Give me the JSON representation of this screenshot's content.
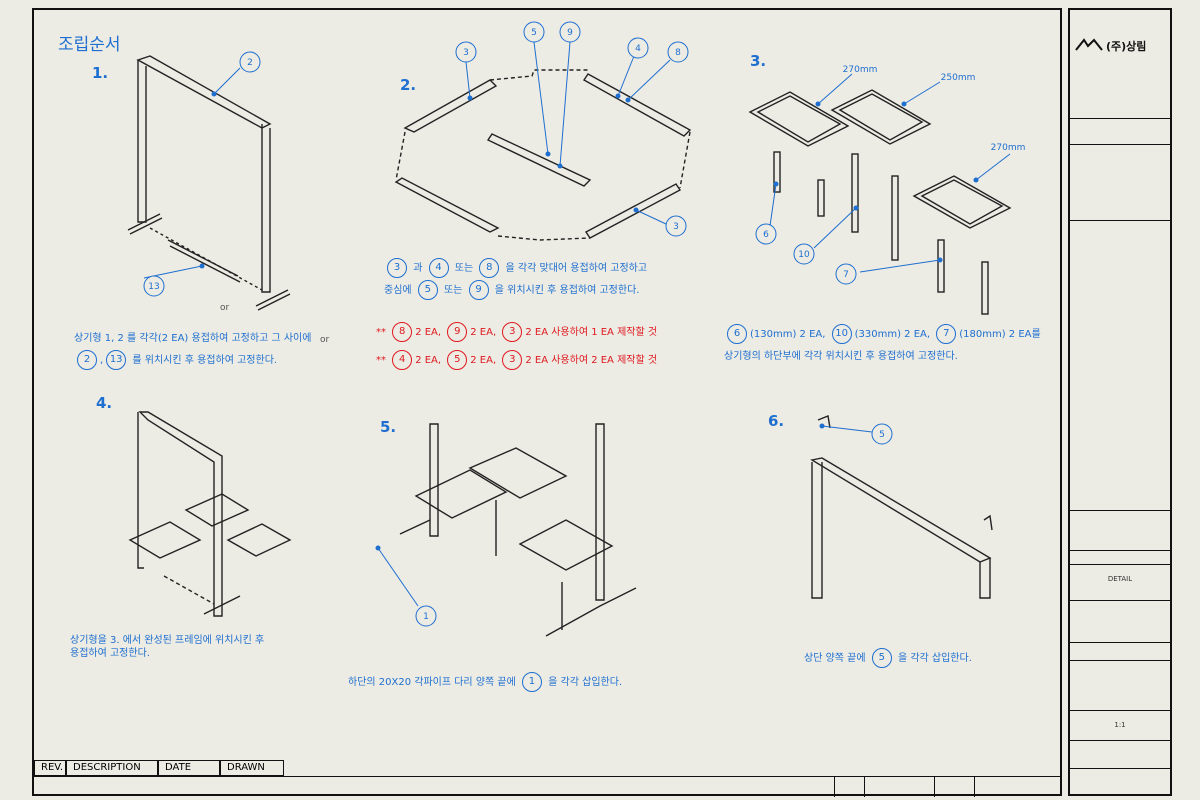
{
  "page_title": "조립순서",
  "steps": [
    "1.",
    "2.",
    "3.",
    "4.",
    "5.",
    "6."
  ],
  "labels": {
    "or_1": "or",
    "or_2": "or",
    "dim_270_a": "270mm",
    "dim_250": "250mm",
    "dim_270_b": "270mm"
  },
  "balloons": {
    "s1_b2": "2",
    "s1_b13": "13",
    "s2_b3a": "3",
    "s2_b5": "5",
    "s2_b9": "9",
    "s2_b4": "4",
    "s2_b8": "8",
    "s2_b3b": "3",
    "s3_b6": "6",
    "s3_b10": "10",
    "s3_b7": "7",
    "s5_b1": "1",
    "s6_b5": "5"
  },
  "notes": {
    "n1_a": "상기형 1, 2 를 각각(2 EA) 용접하여 고정하고 그 사이에",
    "n1_b1": "2",
    "n1_b2": "13",
    "n1_c": "를 위치시킨 후 용접하여 고정한다.",
    "n2_c1": "3",
    "n2_t1": "과",
    "n2_c2": "4",
    "n2_t2": "또는",
    "n2_c3": "8",
    "n2_t3": "을 각각 맞대어 용접하여 고정하고",
    "n2_t4": "중심에",
    "n2_c4": "5",
    "n2_t5": "또는",
    "n2_c5": "9",
    "n2_t6": "을 위치시킨 후 용접하여 고정한다.",
    "r1": [
      {
        "c": "8",
        "t": "2 EA,"
      },
      {
        "c": "9",
        "t": "2 EA,"
      },
      {
        "c": "3",
        "t": "2 EA 사용하여 1 EA 제작할 것"
      }
    ],
    "r2": [
      {
        "c": "4",
        "t": "2 EA,"
      },
      {
        "c": "5",
        "t": "2 EA,"
      },
      {
        "c": "3",
        "t": "2 EA 사용하여 2 EA 제작할 것"
      }
    ],
    "n3_c1": "6",
    "n3_t1": "(130mm) 2 EA,",
    "n3_c2": "10",
    "n3_t2": "(330mm) 2 EA,",
    "n3_c3": "7",
    "n3_t3": "(180mm) 2 EA를",
    "n3_b": "상기형의 하단부에 각각 위치시킨 후 용접하여 고정한다.",
    "n4_a": "상기형을 3. 에서 완성된 프레임에 위치시킨 후",
    "n4_b": "용접하여 고정한다.",
    "n5_a": "하단의 20X20 각파이프 다리 양쪽 끝에",
    "n5_c": "1",
    "n5_b": "을 각각 삽입한다.",
    "n6_a": "상단 양쪽 끝에",
    "n6_c": "5",
    "n6_b": "을 각각 삽입한다."
  },
  "revision_table": {
    "rev": "REV.",
    "description": "DESCRIPTION",
    "date": "DATE",
    "drawn": "DRAWN"
  },
  "title_block": {
    "company": "(주)상림",
    "detail": "DETAIL",
    "scale": "1:1"
  },
  "colors": {
    "accent": "#1e6fd0",
    "warning": "#e0191f",
    "line": "#111111",
    "paper": "#ecebe4"
  }
}
